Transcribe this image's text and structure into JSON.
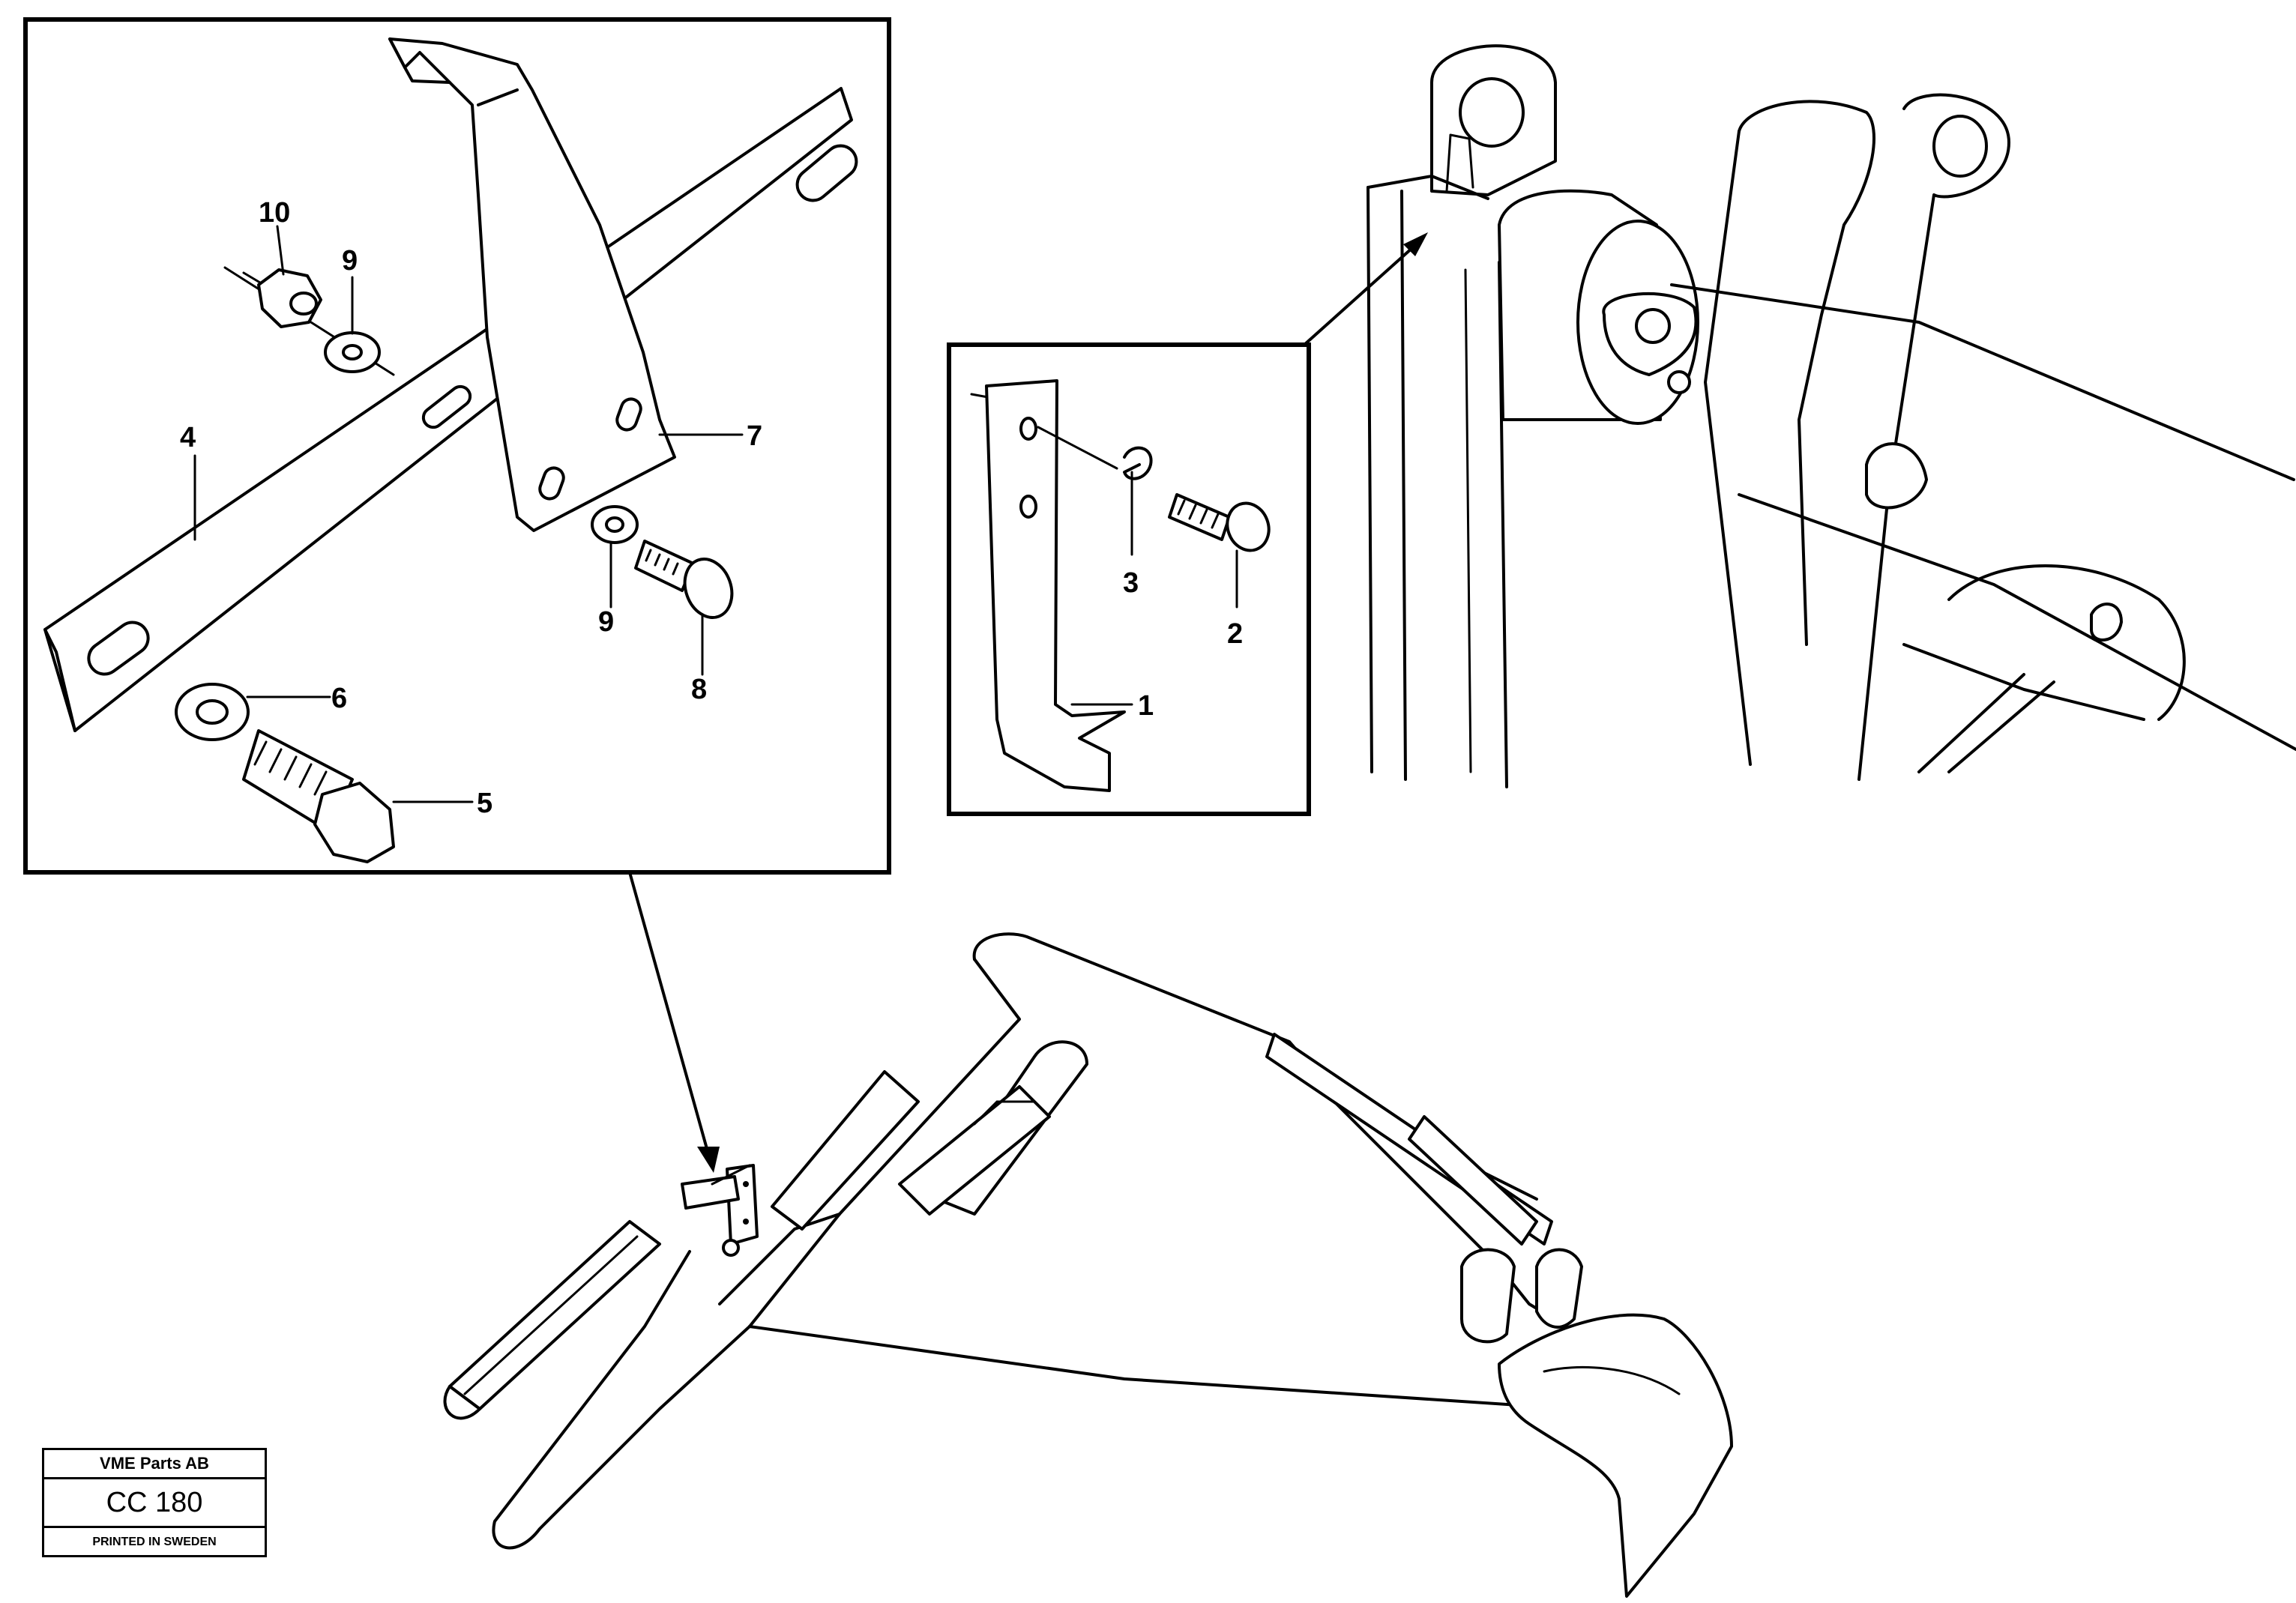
{
  "callouts": {
    "c1": "1",
    "c2": "2",
    "c3": "3",
    "c4": "4",
    "c5": "5",
    "c6": "6",
    "c7": "7",
    "c8": "8",
    "c9a": "9",
    "c9b": "9",
    "c10": "10"
  },
  "stamp": {
    "company": "VME Parts AB",
    "code": "CC 180",
    "printed": "PRINTED IN SWEDEN"
  }
}
